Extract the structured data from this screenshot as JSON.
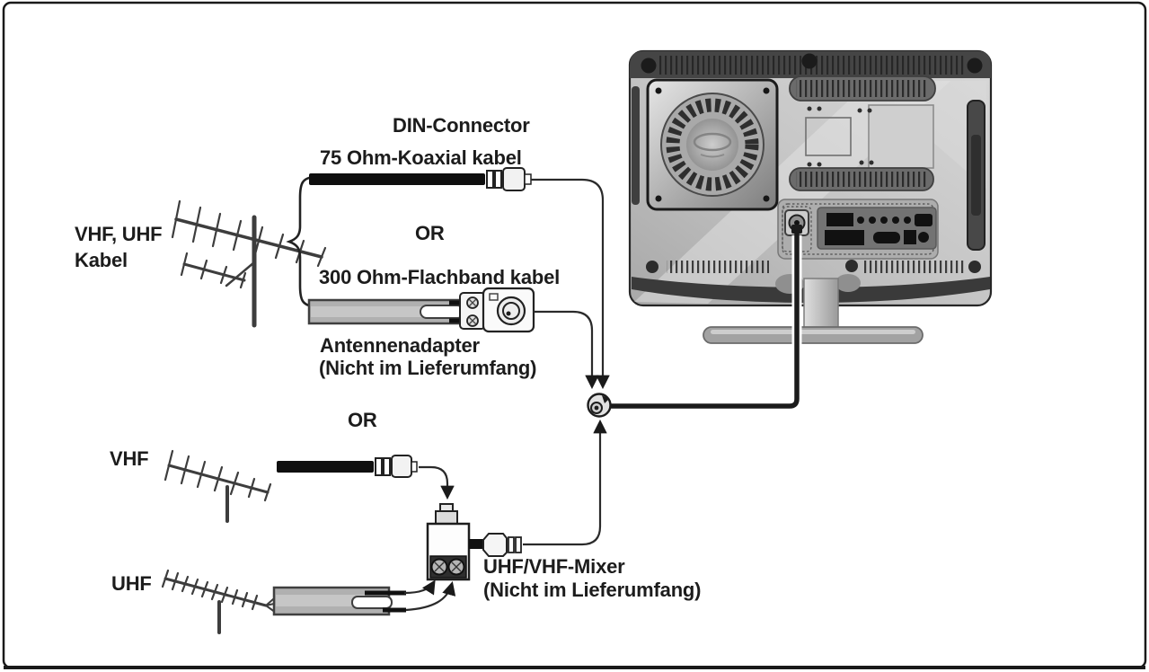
{
  "diagram": {
    "type": "tv-antenna-connection-diagram",
    "labels": {
      "din_connector": "DIN-Connector",
      "coax_cable": "75 Ohm-Koaxial kabel",
      "antenna_group_line1": "VHF, UHF",
      "antenna_group_line2": "Kabel",
      "or_upper": "OR",
      "flat_cable": "300 Ohm-Flachband kabel",
      "adapter_name": "Antennenadapter",
      "adapter_note": "(Nicht im Lieferumfang)",
      "or_lower": "OR",
      "vhf_antenna": "VHF",
      "uhf_antenna": "UHF",
      "mixer_name": "UHF/VHF-Mixer",
      "mixer_note": "(Nicht im Lieferumfang)"
    },
    "colors": {
      "frame_border": "#1a1a1a",
      "line": "#2a2a2a",
      "coax_black": "#0f0f0f",
      "ribbon_gray": "#b0b0b0",
      "tv_body_light": "#d8d8d8",
      "tv_body_dark": "#a8a8a8",
      "tv_top_band": "#454545",
      "background": "#ffffff"
    },
    "icons": [
      "vhf-uhf-antenna-icon",
      "vhf-antenna-icon",
      "uhf-antenna-icon",
      "curly-brace-icon",
      "din-plug-icon",
      "arrow-icon"
    ]
  }
}
